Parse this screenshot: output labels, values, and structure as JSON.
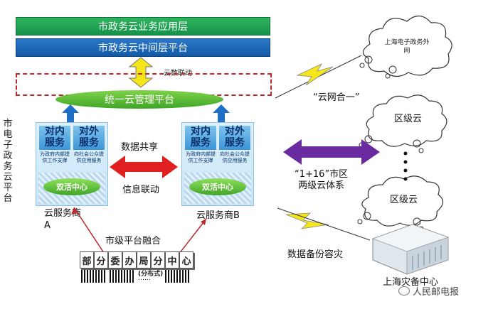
{
  "layers": {
    "top": "市政务云业务应用层",
    "middle": "市政务云中间层平台",
    "linkage": "云数联动",
    "mgmt": "统一云管理平台"
  },
  "left_side_label": [
    "市",
    "电",
    "子",
    "政",
    "务",
    "云",
    "平",
    "台"
  ],
  "providers": [
    {
      "tile1": "对内\n服务",
      "tile2": "对外\n服务",
      "sub1": "为政府内部提供工作支撑",
      "sub2": "向社会公众提供应用服务",
      "dual": "双活中心",
      "label": "云服务商\nA"
    },
    {
      "tile1": "对内\n服务",
      "tile2": "对外\n服务",
      "sub1": "为政府内部提供工作支撑",
      "sub2": "向社会公众提供应用服务",
      "dual": "双活中心",
      "label": "云服务商B"
    }
  ],
  "middle_labels": {
    "share": "数据共享",
    "linkage": "信息联动"
  },
  "platform_merge": "市级平台融合",
  "branch": {
    "blocks": [
      "部",
      "分",
      "委",
      "办",
      "局",
      "分",
      "中",
      "心"
    ],
    "note": "(分布式)",
    "dots": "……"
  },
  "cloud_web": "上海电子政务外网",
  "cloud_net_label": "“云网合一”",
  "district": {
    "cloud1": "区级云",
    "cloud2": "区级云",
    "label": "“1+16”市区\n两级云体系"
  },
  "backup": {
    "label": "数据备份容灾",
    "center": "上海灾备中心"
  },
  "watermark": "人民邮电报",
  "colors": {
    "green": "#15924a",
    "blue": "#135aa6",
    "red": "#e02020",
    "purple": "#6a2aa0",
    "yellow": "#f5e61a"
  }
}
